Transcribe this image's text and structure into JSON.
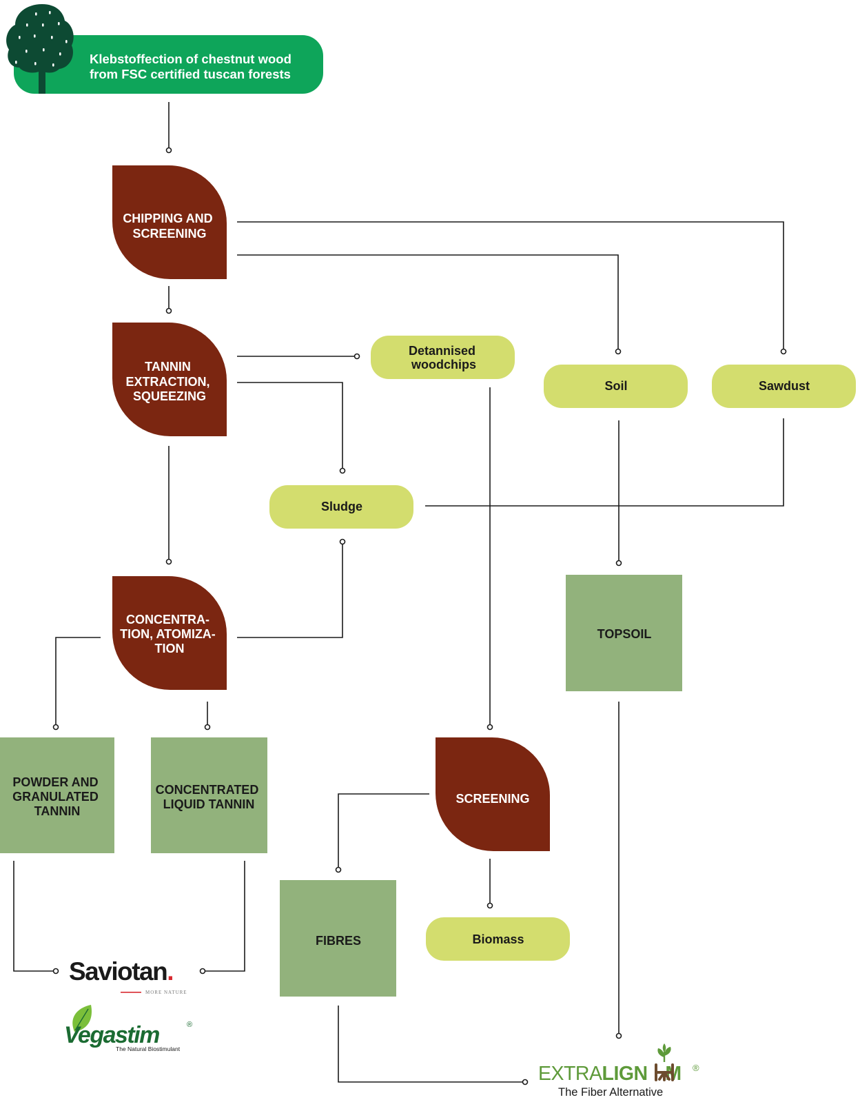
{
  "colors": {
    "source_green": "#0ea55a",
    "tree": "#0d4a33",
    "process": "#7b2611",
    "by_product": "#d3dd6e",
    "product": "#92b27c",
    "saviotan_red": "#d8282f",
    "vegastim_green": "#1b6b32",
    "leaf_green": "#7bbf3a",
    "extralignum_green": "#5e9a3a",
    "extralignum_brown": "#6d4c2e"
  },
  "source": {
    "icon": "tree-icon",
    "line1": "Klebstoffection of chestnut wood",
    "line2": "from FSC certified tuscan forests"
  },
  "processes": {
    "chipping": [
      "CHIPPING AND",
      "SCREENING"
    ],
    "extraction": [
      "TANNIN",
      "EXTRACTION,",
      "SQUEEZING"
    ],
    "concentration": [
      "CONCENTRA-",
      "TION, ATOMIZA-",
      "TION"
    ],
    "screening": [
      "SCREENING"
    ]
  },
  "by_products": {
    "detannised": [
      "Detannised",
      "woodchips"
    ],
    "soil": "Soil",
    "sawdust": "Sawdust",
    "sludge": "Sludge",
    "biomass": "Biomass"
  },
  "products": {
    "powder": [
      "POWDER AND",
      "GRANULATED",
      "TANNIN"
    ],
    "liquid": [
      "CONCENTRATED",
      "LIQUID TANNIN"
    ],
    "topsoil": "TOPSOIL",
    "fibres": "FIBRES"
  },
  "brands": {
    "saviotan": {
      "name": "Saviotan",
      "mark": ".",
      "tagline": "MORE NATURE"
    },
    "vegastim": {
      "v": "V",
      "rest": "egastim",
      "reg": "®",
      "tagline": "The Natural Biostimulant"
    },
    "extralignum": {
      "light": "EXTRA",
      "bold1": "LIGN",
      "bold2": "M",
      "reg": "®",
      "tagline": "The Fiber Alternative"
    }
  }
}
